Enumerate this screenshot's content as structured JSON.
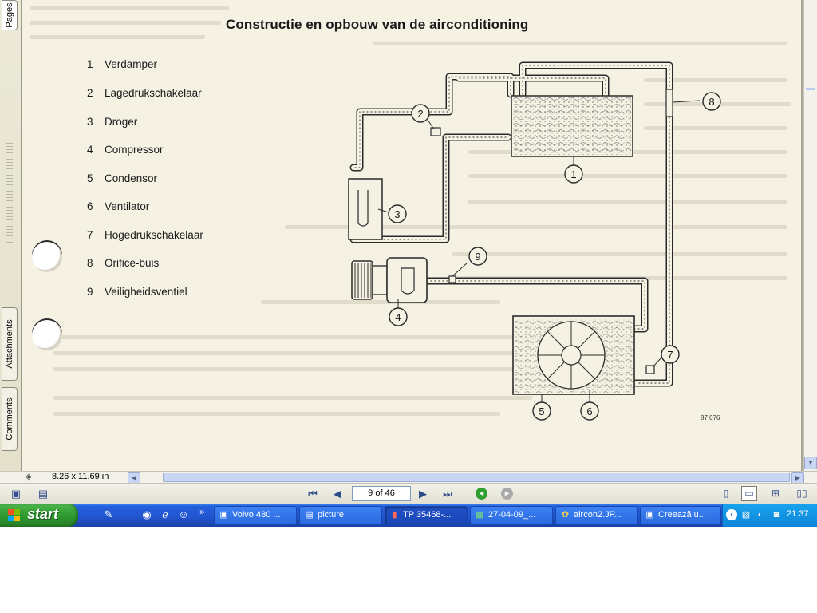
{
  "nav_tabs": [
    {
      "label": "Pages"
    },
    {
      "label": "Attachments"
    },
    {
      "label": "Comments"
    }
  ],
  "document": {
    "title": "Constructie en opbouw van de airconditioning",
    "legend": [
      {
        "num": "1",
        "label": "Verdamper"
      },
      {
        "num": "2",
        "label": "Lagedrukschakelaar"
      },
      {
        "num": "3",
        "label": "Droger"
      },
      {
        "num": "4",
        "label": "Compressor"
      },
      {
        "num": "5",
        "label": "Condensor"
      },
      {
        "num": "6",
        "label": "Ventilator"
      },
      {
        "num": "7",
        "label": "Hogedrukschakelaar"
      },
      {
        "num": "8",
        "label": "Orifice-buis"
      },
      {
        "num": "9",
        "label": "Veiligheidsventiel"
      }
    ],
    "callouts": [
      "1",
      "2",
      "3",
      "4",
      "5",
      "6",
      "7",
      "8",
      "9"
    ],
    "figure_ref": "87 076"
  },
  "statusbar": {
    "page_size": "8.26 x 11.69 in"
  },
  "navigation": {
    "page_indicator": "9 of 46",
    "icons": [
      "first-page-icon",
      "prev-page-icon",
      "next-page-icon",
      "last-page-icon",
      "back-view-icon",
      "forward-view-icon"
    ]
  },
  "taskbar": {
    "start_label": "start",
    "chevron": "»",
    "tasks": [
      {
        "label": "Volvo 480 ...",
        "icon": "browser-icon"
      },
      {
        "label": "picture",
        "icon": "folder-icon"
      },
      {
        "label": "TP 35468-...",
        "icon": "pdf-icon",
        "active": true
      },
      {
        "label": "27-04-09_...",
        "icon": "image-icon"
      },
      {
        "label": "aircon2.JP...",
        "icon": "paint-icon"
      },
      {
        "label": "Creează u...",
        "icon": "browser-icon"
      }
    ],
    "clock": "21:37"
  },
  "colors": {
    "taskbar_blue": "#245edb",
    "start_green": "#2f9a2f",
    "page_paper": "#f5f1e3",
    "tray_blue": "#0f85d8"
  }
}
